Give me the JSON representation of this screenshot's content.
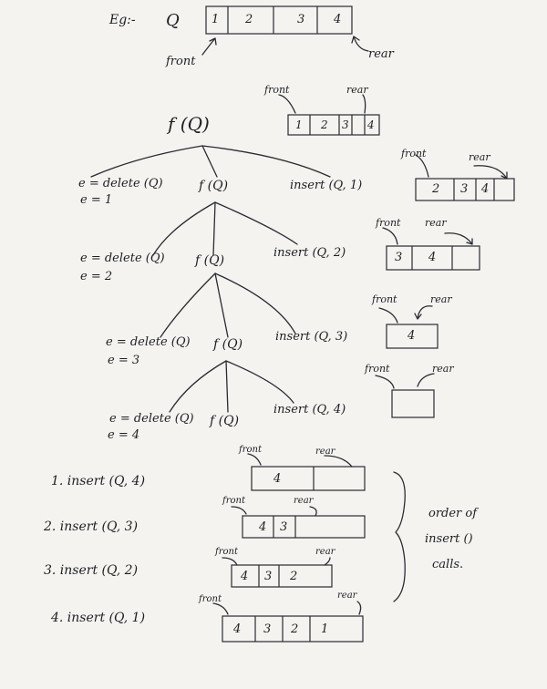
{
  "example": {
    "eg_label": "Eg:-",
    "queue_name": "Q",
    "cells": [
      "1",
      "2",
      "3",
      "4"
    ],
    "front_label": "front",
    "rear_label": "rear"
  },
  "root": {
    "call": "f (Q)",
    "cells": [
      "1",
      "2",
      "3",
      "4"
    ],
    "front": "front",
    "rear": "rear"
  },
  "levels": [
    {
      "delete": "e = delete (Q)",
      "e_value": "e = 1",
      "recurse": "f (Q)",
      "insert": "insert (Q, 1)",
      "cells": [
        "2",
        "3",
        "4"
      ],
      "front": "front",
      "rear": "rear"
    },
    {
      "delete": "e = delete (Q)",
      "e_value": "e = 2",
      "recurse": "f (Q)",
      "insert": "insert (Q, 2)",
      "cells": [
        "3",
        "4"
      ],
      "front": "front",
      "rear": "rear"
    },
    {
      "delete": "e = delete (Q)",
      "e_value": "e = 3",
      "recurse": "f (Q)",
      "insert": "insert (Q, 3)",
      "cells": [
        "4"
      ],
      "front": "front",
      "rear": "rear"
    },
    {
      "delete": "e = delete (Q)",
      "e_value": "e = 4",
      "recurse": "f (Q)",
      "insert": "insert (Q, 4)",
      "cells": [],
      "front": "front",
      "rear": "rear"
    }
  ],
  "order": [
    {
      "text": "1.  insert (Q, 4)",
      "cells": [
        "4"
      ],
      "front": "front",
      "rear": "rear"
    },
    {
      "text": "2.  insert (Q, 3)",
      "cells": [
        "4",
        "3"
      ],
      "front": "front",
      "rear": "rear"
    },
    {
      "text": "3.  insert (Q, 2)",
      "cells": [
        "4",
        "3",
        "2"
      ],
      "front": "front",
      "rear": "rear"
    },
    {
      "text": "4.  insert (Q, 1)",
      "cells": [
        "4",
        "3",
        "2",
        "1"
      ],
      "front": "front",
      "rear": "rear"
    }
  ],
  "note": {
    "line1": "order of",
    "line2": "insert ()",
    "line3": "calls."
  }
}
